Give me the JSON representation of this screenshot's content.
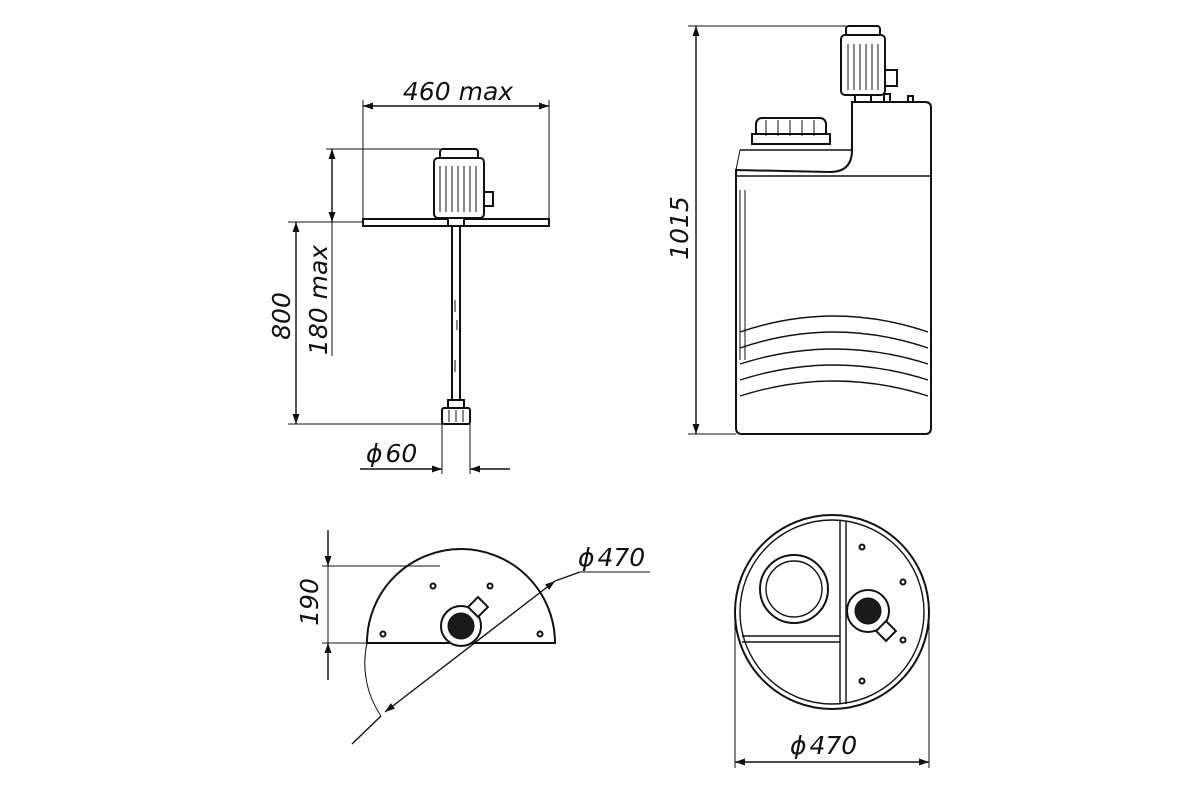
{
  "colors": {
    "line": "#111111",
    "background": "#ffffff"
  },
  "dimensions": {
    "mixer_width": "460 max",
    "mixer_height_total": "800",
    "mixer_height_motor": "180 max",
    "impeller_diameter": "60",
    "lid_depth": "190",
    "lid_diameter": "470",
    "tank_height": "1015",
    "tank_diameter": "470"
  },
  "symbols": {
    "diameter": "ϕ"
  }
}
